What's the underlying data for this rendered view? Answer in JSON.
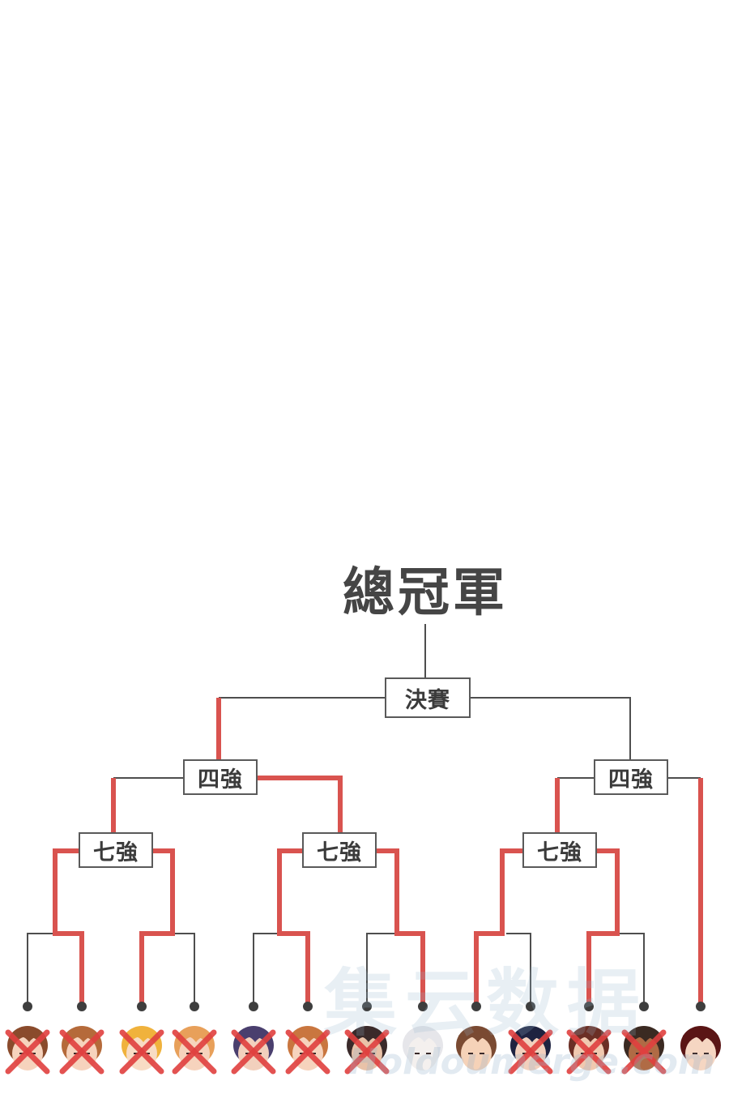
{
  "title": "總冠軍",
  "rounds": {
    "final": "決賽",
    "semifinal": "四強",
    "quarterfinal": "七強"
  },
  "colors": {
    "line": "#4e4e4e",
    "winner_path": "#d9534f",
    "eliminated_mark": "#e0403f",
    "label_border": "#5a5a5a"
  },
  "watermark": {
    "text": "集云数据",
    "subtext": "Holdoumerge.com"
  },
  "competitors": [
    {
      "eliminated": true,
      "hair": "#8a4b2c",
      "skin": "#f6d3bd"
    },
    {
      "eliminated": true,
      "hair": "#b56a3a",
      "skin": "#f6d3bd"
    },
    {
      "eliminated": true,
      "hair": "#f0b23c",
      "skin": "#f8dcc4"
    },
    {
      "eliminated": true,
      "hair": "#e8a05a",
      "skin": "#f6d3bd"
    },
    {
      "eliminated": true,
      "hair": "#4a3f6e",
      "skin": "#f2d0bd"
    },
    {
      "eliminated": true,
      "hair": "#c9763f",
      "skin": "#f6d3bd"
    },
    {
      "eliminated": true,
      "hair": "#3a2a2a",
      "skin": "#e9c2a8"
    },
    {
      "eliminated": false,
      "hair": "#e6e6ea",
      "skin": "#f4f0ee"
    },
    {
      "eliminated": false,
      "hair": "#7a4a32",
      "skin": "#f5d2b8"
    },
    {
      "eliminated": true,
      "hair": "#1e2340",
      "skin": "#f2d0bd"
    },
    {
      "eliminated": true,
      "hair": "#6b2f25",
      "skin": "#f0c9b0"
    },
    {
      "eliminated": true,
      "hair": "#3b2a22",
      "skin": "#b06b45"
    },
    {
      "eliminated": false,
      "hair": "#5a1515",
      "skin": "#f5d6c2"
    }
  ]
}
